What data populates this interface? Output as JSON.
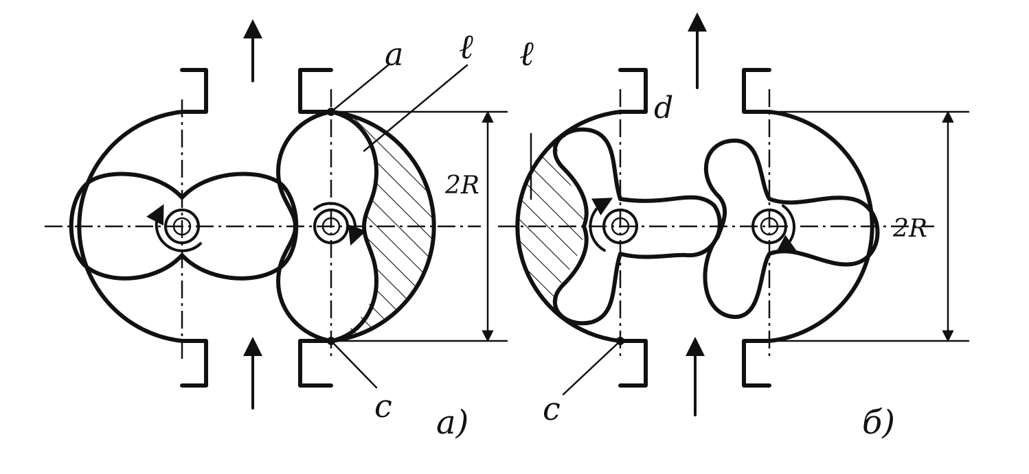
{
  "labels": {
    "a": "a",
    "b_left": "ℓ",
    "b_right": "ℓ",
    "c_left": "c",
    "c_right": "c",
    "d": "d",
    "dim_left": "2R",
    "dim_right": "2R",
    "panel_a": "a)",
    "panel_b": "б)"
  },
  "colors": {
    "ink": "#111111",
    "background": "#ffffff"
  }
}
